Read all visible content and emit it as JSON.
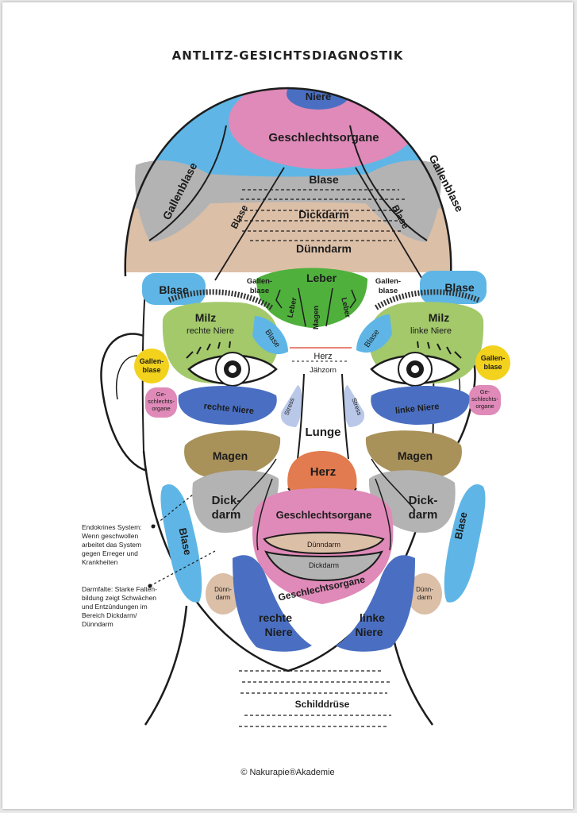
{
  "title": "ANTLITZ-GESICHTSDIAGNOSTIK",
  "footer": "© Nakurapie®Akademie",
  "colors": {
    "blue": "#5fb6e6",
    "pink": "#df8ab8",
    "gray": "#b3b3b3",
    "tan": "#dcbfa7",
    "green": "#a3c96b",
    "darkgreen": "#4fb03c",
    "yellow": "#f2d21d",
    "navy": "#4a6fc2",
    "olive": "#a9915a",
    "orange": "#e27b4f"
  },
  "labels": {
    "niere": "Niere",
    "geschlechtsorgane_top": "Geschlechtsorgane",
    "blase_top": "Blase",
    "gallenblase_left": "Gallenblase",
    "gallenblase_right": "Gallenblase",
    "blase_diag_left": "Blase",
    "blase_diag_right": "Blase",
    "dickdarm_top": "Dickdarm",
    "duenndarm_top": "Dünndarm",
    "blase_brow_left": "Blase",
    "blase_brow_right": "Blase",
    "galle_l1": "Gallen-",
    "galle_l2": "blase",
    "galle_r1": "Gallen-",
    "galle_r2": "blase",
    "leber": "Leber",
    "leber_small_left": "Leber",
    "leber_small_right": "Leber",
    "magen_vertical": "Magen",
    "milz_left": "Milz",
    "rechte_niere_eye": "rechte Niere",
    "milz_right": "Milz",
    "linke_niere_eye": "linke Niere",
    "blase_eye_left": "Blase",
    "blase_eye_right": "Blase",
    "herz_small": "Herz",
    "jaehzorn": "Jähzorn",
    "ear_gallen_l1": "Gallen-",
    "ear_gallen_l2": "blase",
    "ear_gallen_r1": "Gallen-",
    "ear_gallen_r2": "blase",
    "ear_ge_l1": "Ge-",
    "ear_ge_l2": "schlechts-",
    "ear_ge_l3": "organe",
    "ear_ge_r1": "Ge-",
    "ear_ge_r2": "schlechts-",
    "ear_ge_r3": "organe",
    "rechte_niere_under": "rechte Niere",
    "linke_niere_under": "linke Niere",
    "stress_left": "Stress",
    "stress_right": "Stress",
    "lunge": "Lunge",
    "magen_left": "Magen",
    "magen_right": "Magen",
    "herz_nose": "Herz",
    "dick_l1": "Dick-",
    "dick_l2": "darm",
    "dick_r1": "Dick-",
    "dick_r2": "darm",
    "geschlechtsorgane_mouth": "Geschlechtsorgane",
    "duenndarm_lip": "Dünndarm",
    "dickdarm_lip": "Dickdarm",
    "geschlechtsorgane_chin": "Geschlechtsorgane",
    "blase_cheek_left": "Blase",
    "blase_cheek_right": "Blase",
    "duenn_jaw_l1": "Dünn-",
    "duenn_jaw_l2": "darm",
    "duenn_jaw_r1": "Dünn-",
    "duenn_jaw_r2": "darm",
    "rechte_chin_1": "rechte",
    "rechte_chin_2": "Niere",
    "linke_chin_1": "linke",
    "linke_chin_2": "Niere",
    "schilddruese": "Schilddrüse"
  },
  "notes": {
    "endokrin": [
      "Endokrines System:",
      "Wenn geschwollen",
      "arbeitet das System",
      "gegen Erreger und",
      "Krankheiten"
    ],
    "darmfalte": [
      "Darmfalte: Starke Falten-",
      "bildung zeigt Schwächen",
      "und Entzündungen im",
      "Bereich Dickdarm/",
      "Dünndarm"
    ]
  }
}
